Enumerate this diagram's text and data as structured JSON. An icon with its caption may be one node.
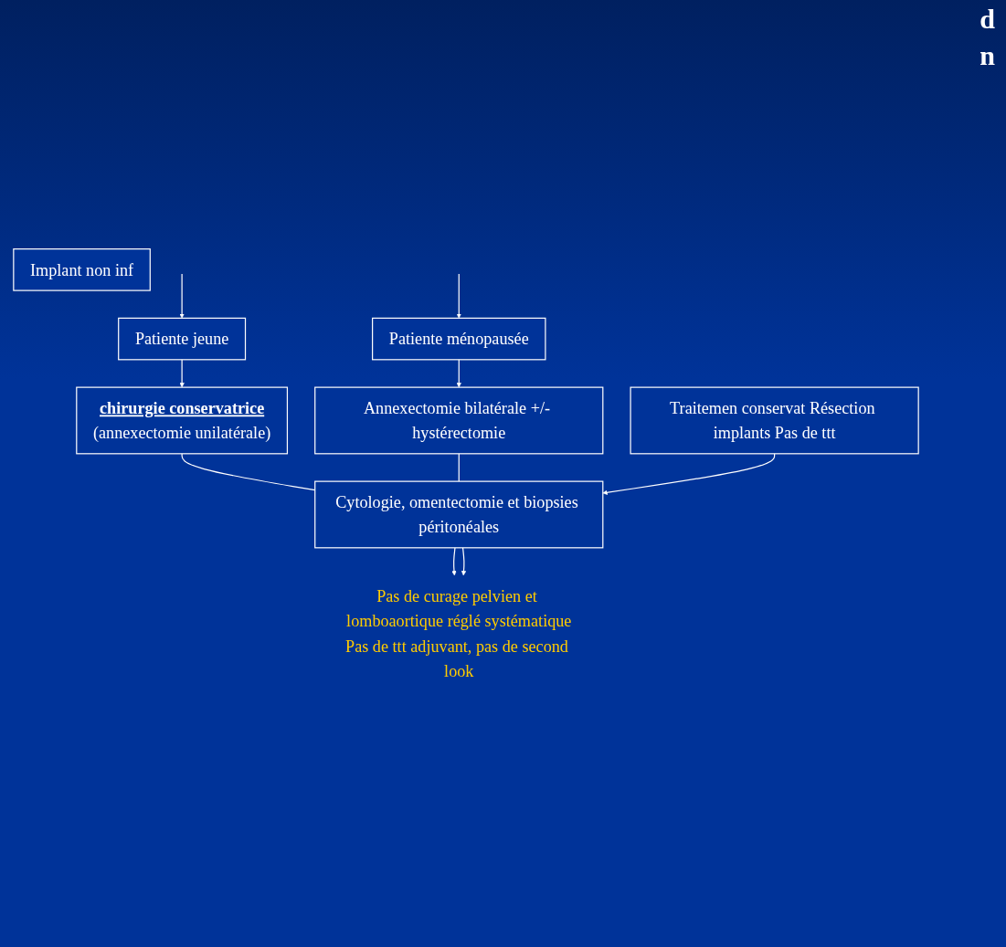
{
  "diagram": {
    "nodes": [
      {
        "text": [
          "Patiente jeune"
        ]
      },
      {
        "text": [
          "Patiente ménopausée"
        ]
      },
      {
        "text": [
          "Implant non inf"
        ]
      },
      {
        "text": [
          "chirurgie conservatrice",
          "(annexectomie unilatérale)"
        ]
      },
      {
        "text": [
          "Annexectomie bilatérale +/- hystérectomie"
        ]
      },
      {
        "text": [
          "Traitemen conservat Résection implants Pas de ttt"
        ]
      },
      {
        "text": [
          "Cytologie, omentectomie et biopsies péritonéales"
        ]
      },
      {
        "text": [
          "Pas de curage pelvien et lomboaortique réglé systématique",
          "Pas de ttt adjuvant, pas de second look"
        ]
      }
    ],
    "edges": [
      {
        "from": null,
        "to": 0,
        "arrow": "to"
      },
      {
        "from": null,
        "to": 1,
        "arrow": "to"
      },
      {
        "from": 0,
        "to": 3,
        "arrow": "to"
      },
      {
        "from": 1,
        "to": 4,
        "arrow": "to"
      },
      {
        "from": 3,
        "to": 6,
        "arrow": "none"
      },
      {
        "from": 4,
        "to": 6,
        "arrow": "none"
      },
      {
        "from": 5,
        "to": 6,
        "arrow": "to"
      },
      {
        "from": 6,
        "to": 7,
        "arrow": "to"
      },
      {
        "from": 6,
        "to": 7,
        "arrow": "to"
      }
    ],
    "labels": [
      "d",
      "n"
    ]
  }
}
